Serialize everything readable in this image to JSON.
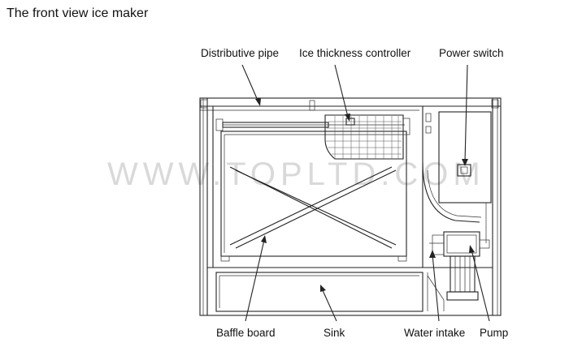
{
  "title": "The front view ice maker",
  "watermark": "WWW.TOPLTD.COM",
  "labels": {
    "distributive_pipe": "Distributive pipe",
    "ice_thickness_controller": "Ice thickness controller",
    "power_switch": "Power switch",
    "baffle_board": "Baffle board",
    "sink": "Sink",
    "water_intake": "Water intake",
    "pump": "Pump"
  },
  "colors": {
    "line": "#222222",
    "watermark": "#d9d9d9",
    "background": "#ffffff"
  }
}
